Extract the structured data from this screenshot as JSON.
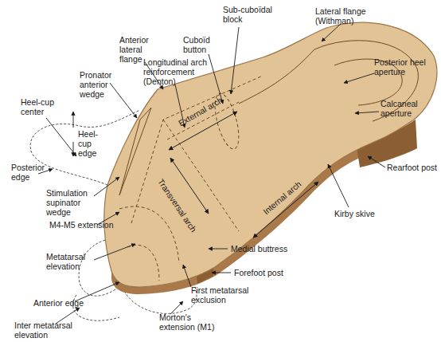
{
  "diagram": {
    "labels": [
      "Sub-cuboïdal block",
      "Lateral flange (Withman)",
      "Cuboïd button",
      "Anterior lateral flange",
      "Longitudinal arch reinforcement (Denton)",
      "Pronator anterior wedge",
      "Posterior heel aperture",
      "Heel-cup center",
      "Heel-cup edge",
      "Calcaneal aperture",
      "External arch",
      "Transversal arch",
      "Posterior edge",
      "Stimulation supinator wedge",
      "Rearfoot post",
      "Kirby skive",
      "Internal arch",
      "M4-M5 extension",
      "Metatarsal elevation",
      "Medial buttress",
      "Forefoot post",
      "Anterior edge",
      "First metatarsal exclusion",
      "Morton's extension (M1)",
      "Inter metatarsal elevation"
    ]
  }
}
